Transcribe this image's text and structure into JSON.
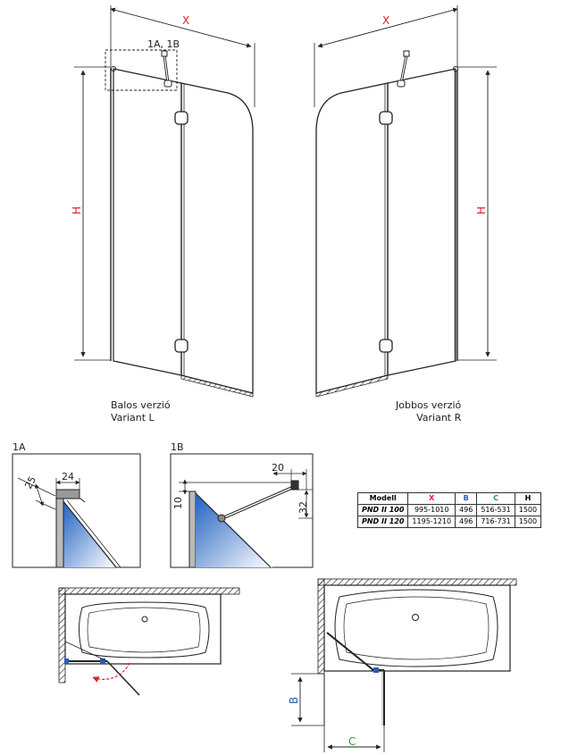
{
  "dimension_labels": {
    "x": "X",
    "h": "H",
    "b": "B",
    "c": "C"
  },
  "detail_tag": "1A, 1B",
  "left_caption": {
    "line1": "Balos verzió",
    "line2": "Variant L"
  },
  "right_caption": {
    "line1": "Jobbos verzió",
    "line2": "Variant R"
  },
  "detail_1a": {
    "title": "1A",
    "dim_a": "24",
    "dim_b": "25"
  },
  "detail_1b": {
    "title": "1B",
    "dim_a": "20",
    "dim_b": "10",
    "dim_c": "32"
  },
  "table": {
    "headers": [
      "Modell",
      "X",
      "B",
      "C",
      "H"
    ],
    "header_colors": {
      "X": "#e0202a",
      "B": "#2a5db0",
      "C": "#2a9a3a",
      "H": "#222222"
    },
    "rows": [
      [
        "PND II 100",
        "995-1010",
        "496",
        "516-531",
        "1500"
      ],
      [
        "PND II 120",
        "1195-1210",
        "496",
        "716-731",
        "1500"
      ]
    ]
  },
  "colors": {
    "dim_red": "#e0202a",
    "dim_green": "#2a9a3a",
    "dim_blue": "#2a5db0",
    "glass_blue": "#1e6fc8"
  }
}
